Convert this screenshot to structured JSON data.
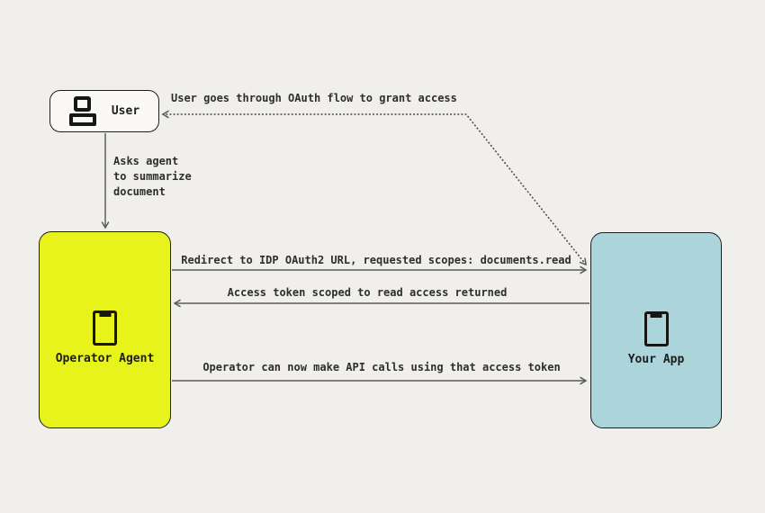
{
  "nodes": {
    "user": {
      "label": "User",
      "icon": "user-icon"
    },
    "agent": {
      "label": "Operator Agent",
      "icon": "phone-icon"
    },
    "app": {
      "label": "Your App",
      "icon": "phone-icon"
    }
  },
  "edges": {
    "oauth_flow": {
      "label": "User goes through OAuth flow to grant access",
      "style": "dotted",
      "from": "your-app",
      "to": "user"
    },
    "asks_agent": {
      "lines": [
        "Asks agent",
        "to summarize",
        "document"
      ],
      "style": "solid",
      "from": "user",
      "to": "operator-agent"
    },
    "redirect": {
      "label": "Redirect to IDP OAuth2 URL, requested scopes: documents.read",
      "style": "solid",
      "from": "operator-agent",
      "to": "your-app"
    },
    "access_token": {
      "label": "Access token scoped to read access returned",
      "style": "solid",
      "from": "your-app",
      "to": "operator-agent"
    },
    "api_calls": {
      "label": "Operator can now make API calls using that access token",
      "style": "solid",
      "from": "operator-agent",
      "to": "your-app"
    }
  },
  "colors": {
    "background": "#f0efec",
    "user_box_fill": "#faf9f6",
    "agent_box_fill": "#e8f31c",
    "app_box_fill": "#abd4db",
    "node_border": "#1d1d1d",
    "arrow_stroke": "#5c5c5c",
    "text": "#2e2e2e"
  }
}
